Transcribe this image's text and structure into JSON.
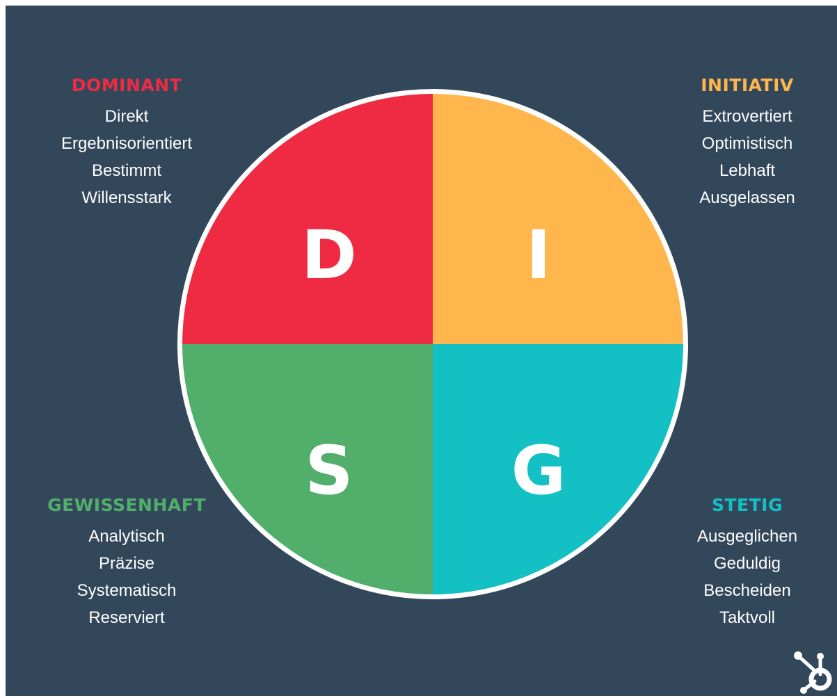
{
  "colors": {
    "background": "#33475b",
    "dominant": "#ee2b42",
    "initiative": "#ffb74d",
    "conscientious": "#52ae6b",
    "steady": "#13c0c3",
    "ring": "#ffffff"
  },
  "quadrants": {
    "top_left": "D",
    "top_right": "I",
    "bottom_left": "S",
    "bottom_right": "G"
  },
  "groups": {
    "dominant": {
      "heading": "DOMINANT",
      "traits": [
        "Direkt",
        "Ergebnisorientiert",
        "Bestimmt",
        "Willensstark"
      ]
    },
    "initiative": {
      "heading": "INITIATIV",
      "traits": [
        "Extrovertiert",
        "Optimistisch",
        "Lebhaft",
        "Ausgelassen"
      ]
    },
    "conscientious": {
      "heading": "GEWISSENHAFT",
      "traits": [
        "Analytisch",
        "Präzise",
        "Systematisch",
        "Reserviert"
      ]
    },
    "steady": {
      "heading": "STETIG",
      "traits": [
        "Ausgeglichen",
        "Geduldig",
        "Bescheiden",
        "Taktvoll"
      ]
    }
  },
  "logo_icon": "hubspot-sprocket-icon"
}
